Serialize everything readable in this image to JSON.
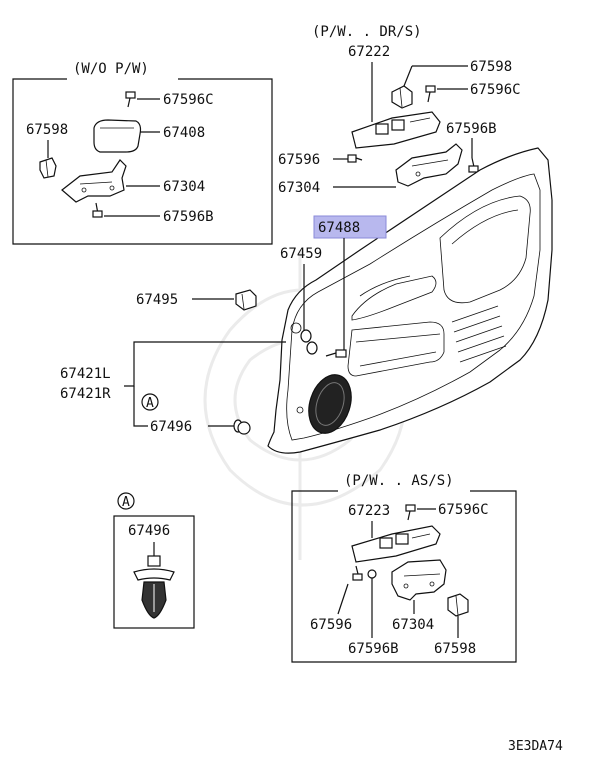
{
  "groups": {
    "wo_pw": {
      "title": "(W/O P/W)"
    },
    "pw_dr": {
      "title": "(P/W. . DR/S)"
    },
    "pw_as": {
      "title": "(P/W. . AS/S)"
    }
  },
  "labels": {
    "wo_pw_bolt_top": "67596C",
    "wo_pw_clip": "67598",
    "wo_pw_cover": "67408",
    "wo_pw_bracket": "67304",
    "wo_pw_bolt_bottom": "67596B",
    "dr_switch": "67222",
    "dr_clip": "67598",
    "dr_bolt_c": "67596C",
    "dr_bolt_b": "67596B",
    "dr_screw": "67596",
    "dr_bracket": "67304",
    "highlight_part": "67488",
    "grommet": "67459",
    "retainer": "67495",
    "trim_l": "67421L",
    "trim_r": "67421R",
    "clip_ref": "67496",
    "as_switch": "67223",
    "as_bolt_c": "67596C",
    "as_screw": "67596",
    "as_bracket": "67304",
    "as_bolt_b": "67596B",
    "as_clip": "67598",
    "detail_part": "67496"
  },
  "callouts": {
    "a1": "A",
    "a2": "A"
  },
  "diagram_code": "3E3DA74",
  "colors": {
    "highlight": "#b8b8ee",
    "ink": "#111111"
  }
}
